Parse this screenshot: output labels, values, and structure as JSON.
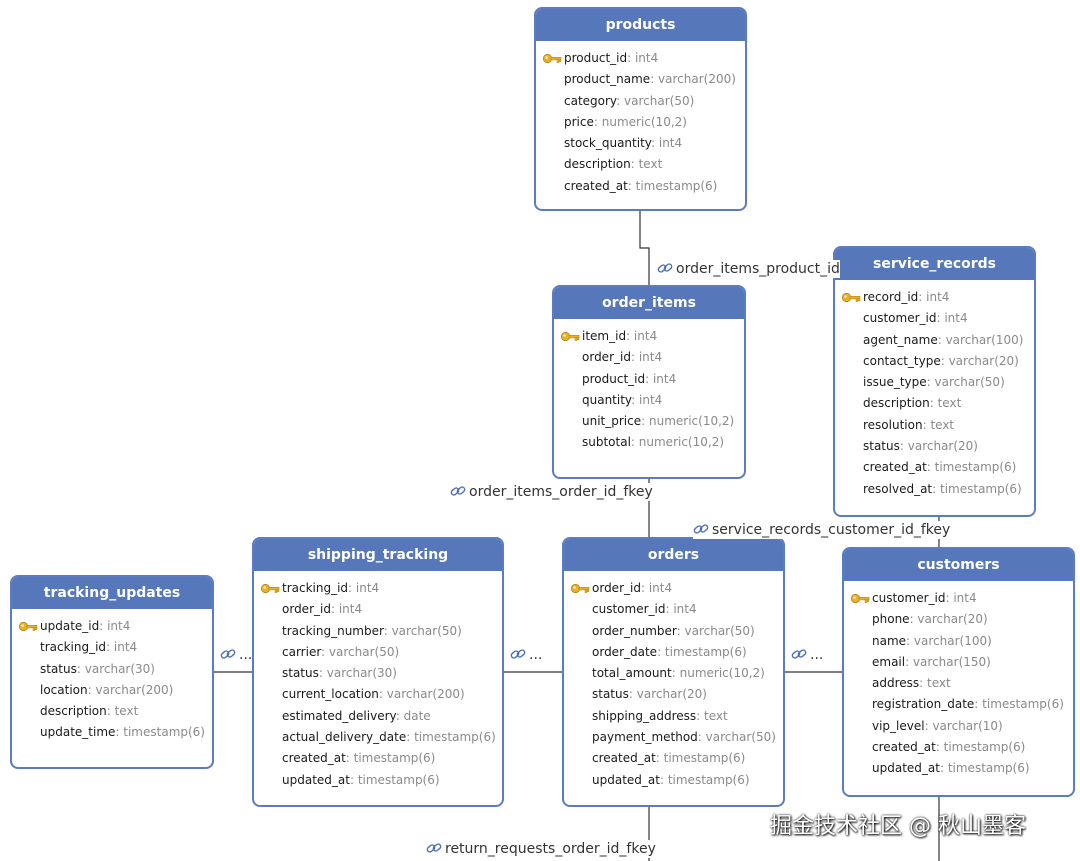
{
  "tables": [
    {
      "id": "products",
      "title": "products",
      "columns": [
        {
          "name": "product_id",
          "type": "int4",
          "pk": true
        },
        {
          "name": "product_name",
          "type": "varchar(200)"
        },
        {
          "name": "category",
          "type": "varchar(50)"
        },
        {
          "name": "price",
          "type": "numeric(10,2)"
        },
        {
          "name": "stock_quantity",
          "type": "int4"
        },
        {
          "name": "description",
          "type": "text"
        },
        {
          "name": "created_at",
          "type": "timestamp(6)"
        }
      ]
    },
    {
      "id": "order_items",
      "title": "order_items",
      "columns": [
        {
          "name": "item_id",
          "type": "int4",
          "pk": true
        },
        {
          "name": "order_id",
          "type": "int4"
        },
        {
          "name": "product_id",
          "type": "int4"
        },
        {
          "name": "quantity",
          "type": "int4"
        },
        {
          "name": "unit_price",
          "type": "numeric(10,2)"
        },
        {
          "name": "subtotal",
          "type": "numeric(10,2)"
        }
      ]
    },
    {
      "id": "service_records",
      "title": "service_records",
      "columns": [
        {
          "name": "record_id",
          "type": "int4",
          "pk": true
        },
        {
          "name": "customer_id",
          "type": "int4"
        },
        {
          "name": "agent_name",
          "type": "varchar(100)"
        },
        {
          "name": "contact_type",
          "type": "varchar(20)"
        },
        {
          "name": "issue_type",
          "type": "varchar(50)"
        },
        {
          "name": "description",
          "type": "text"
        },
        {
          "name": "resolution",
          "type": "text"
        },
        {
          "name": "status",
          "type": "varchar(20)"
        },
        {
          "name": "created_at",
          "type": "timestamp(6)"
        },
        {
          "name": "resolved_at",
          "type": "timestamp(6)"
        }
      ]
    },
    {
      "id": "tracking_updates",
      "title": "tracking_updates",
      "columns": [
        {
          "name": "update_id",
          "type": "int4",
          "pk": true
        },
        {
          "name": "tracking_id",
          "type": "int4"
        },
        {
          "name": "status",
          "type": "varchar(30)"
        },
        {
          "name": "location",
          "type": "varchar(200)"
        },
        {
          "name": "description",
          "type": "text"
        },
        {
          "name": "update_time",
          "type": "timestamp(6)"
        }
      ]
    },
    {
      "id": "shipping_tracking",
      "title": "shipping_tracking",
      "columns": [
        {
          "name": "tracking_id",
          "type": "int4",
          "pk": true
        },
        {
          "name": "order_id",
          "type": "int4"
        },
        {
          "name": "tracking_number",
          "type": "varchar(50)"
        },
        {
          "name": "carrier",
          "type": "varchar(50)"
        },
        {
          "name": "status",
          "type": "varchar(30)"
        },
        {
          "name": "current_location",
          "type": "varchar(200)"
        },
        {
          "name": "estimated_delivery",
          "type": "date"
        },
        {
          "name": "actual_delivery_date",
          "type": "timestamp(6)"
        },
        {
          "name": "created_at",
          "type": "timestamp(6)"
        },
        {
          "name": "updated_at",
          "type": "timestamp(6)"
        }
      ]
    },
    {
      "id": "orders",
      "title": "orders",
      "columns": [
        {
          "name": "order_id",
          "type": "int4",
          "pk": true
        },
        {
          "name": "customer_id",
          "type": "int4"
        },
        {
          "name": "order_number",
          "type": "varchar(50)"
        },
        {
          "name": "order_date",
          "type": "timestamp(6)"
        },
        {
          "name": "total_amount",
          "type": "numeric(10,2)"
        },
        {
          "name": "status",
          "type": "varchar(20)"
        },
        {
          "name": "shipping_address",
          "type": "text"
        },
        {
          "name": "payment_method",
          "type": "varchar(50)"
        },
        {
          "name": "created_at",
          "type": "timestamp(6)"
        },
        {
          "name": "updated_at",
          "type": "timestamp(6)"
        }
      ]
    },
    {
      "id": "customers",
      "title": "customers",
      "columns": [
        {
          "name": "customer_id",
          "type": "int4",
          "pk": true
        },
        {
          "name": "phone",
          "type": "varchar(20)"
        },
        {
          "name": "name",
          "type": "varchar(100)"
        },
        {
          "name": "email",
          "type": "varchar(150)"
        },
        {
          "name": "address",
          "type": "text"
        },
        {
          "name": "registration_date",
          "type": "timestamp(6)"
        },
        {
          "name": "vip_level",
          "type": "varchar(10)"
        },
        {
          "name": "created_at",
          "type": "timestamp(6)"
        },
        {
          "name": "updated_at",
          "type": "timestamp(6)"
        }
      ]
    }
  ],
  "relationships": {
    "order_items_product_id": "order_items_product_id",
    "order_items_order_id_fkey": "order_items_order_id_fkey",
    "service_records_customer_id_fkey": "service_records_customer_id_fkey",
    "return_requests_order_id_fkey": "return_requests_order_id_fkey",
    "tracking_link": "...",
    "shipping_link": "...",
    "customers_link": "..."
  },
  "type_separator": ": ",
  "watermark": "掘金技术社区 @ 秋山墨客",
  "colors": {
    "header": "#5677b9",
    "border": "#5b7cc0",
    "column_name": "#1a1a1a",
    "column_type": "#8a8a8a",
    "key": "#e8b228",
    "line": "#333333"
  }
}
